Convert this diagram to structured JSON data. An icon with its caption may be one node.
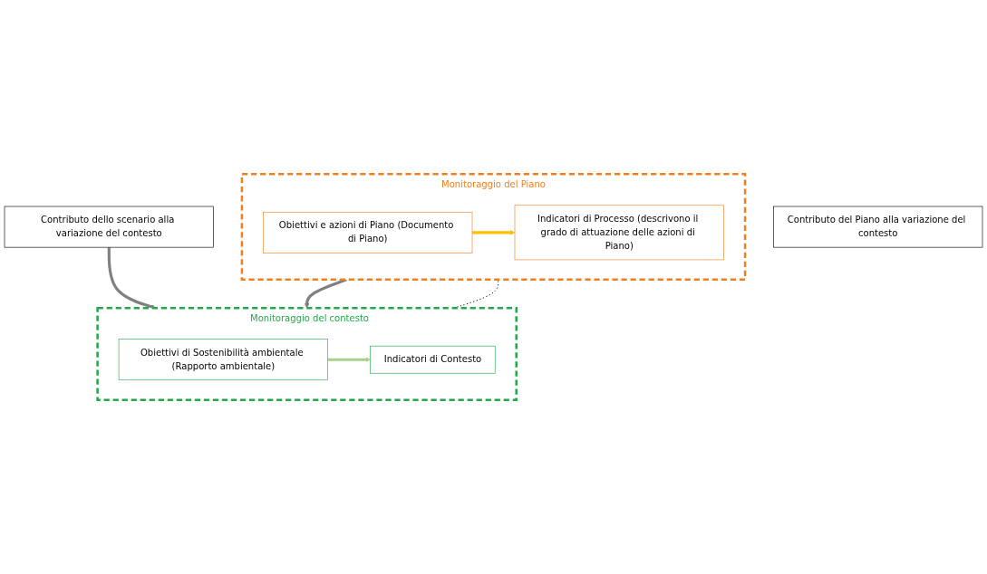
{
  "diagram": {
    "nodes": [
      {
        "text": [
          "Contributo dello scenario alla variazione del contesto"
        ]
      },
      {
        "text": [
          "Monitoraggio del contesto"
        ]
      },
      {
        "text": [
          "Obiettivi di Sostenibilità ambientale (Rapporto ambientale)"
        ],
        "in": 1
      },
      {
        "text": [
          "Indicatori di Contesto"
        ],
        "in": 1
      },
      {
        "text": [
          "Contributo del Piano alla variazione del contesto"
        ]
      },
      {
        "text": [
          "Monitoraggio del Piano"
        ]
      },
      {
        "text": [
          "Obiettivi e azioni di Piano (Documento di Piano)"
        ],
        "in": 5
      },
      {
        "text": [
          "Indicatori di Processo (descrivono il grado di attuazione delle azioni di Piano)"
        ],
        "in": 5
      }
    ],
    "edges": [
      {
        "from": 0,
        "to": 1,
        "arrow": "to",
        "color": "#808080"
      },
      {
        "from": 2,
        "to": 3,
        "arrow": "to",
        "color": "#a9d18e"
      },
      {
        "from": 1,
        "to": 5,
        "arrow": "none",
        "style": "dashed",
        "color": "#000000"
      },
      {
        "from": 5,
        "to": 1,
        "arrow": "to",
        "color": "#808080"
      },
      {
        "from": 6,
        "to": 7,
        "arrow": "to",
        "color": "#ffc000"
      }
    ]
  }
}
